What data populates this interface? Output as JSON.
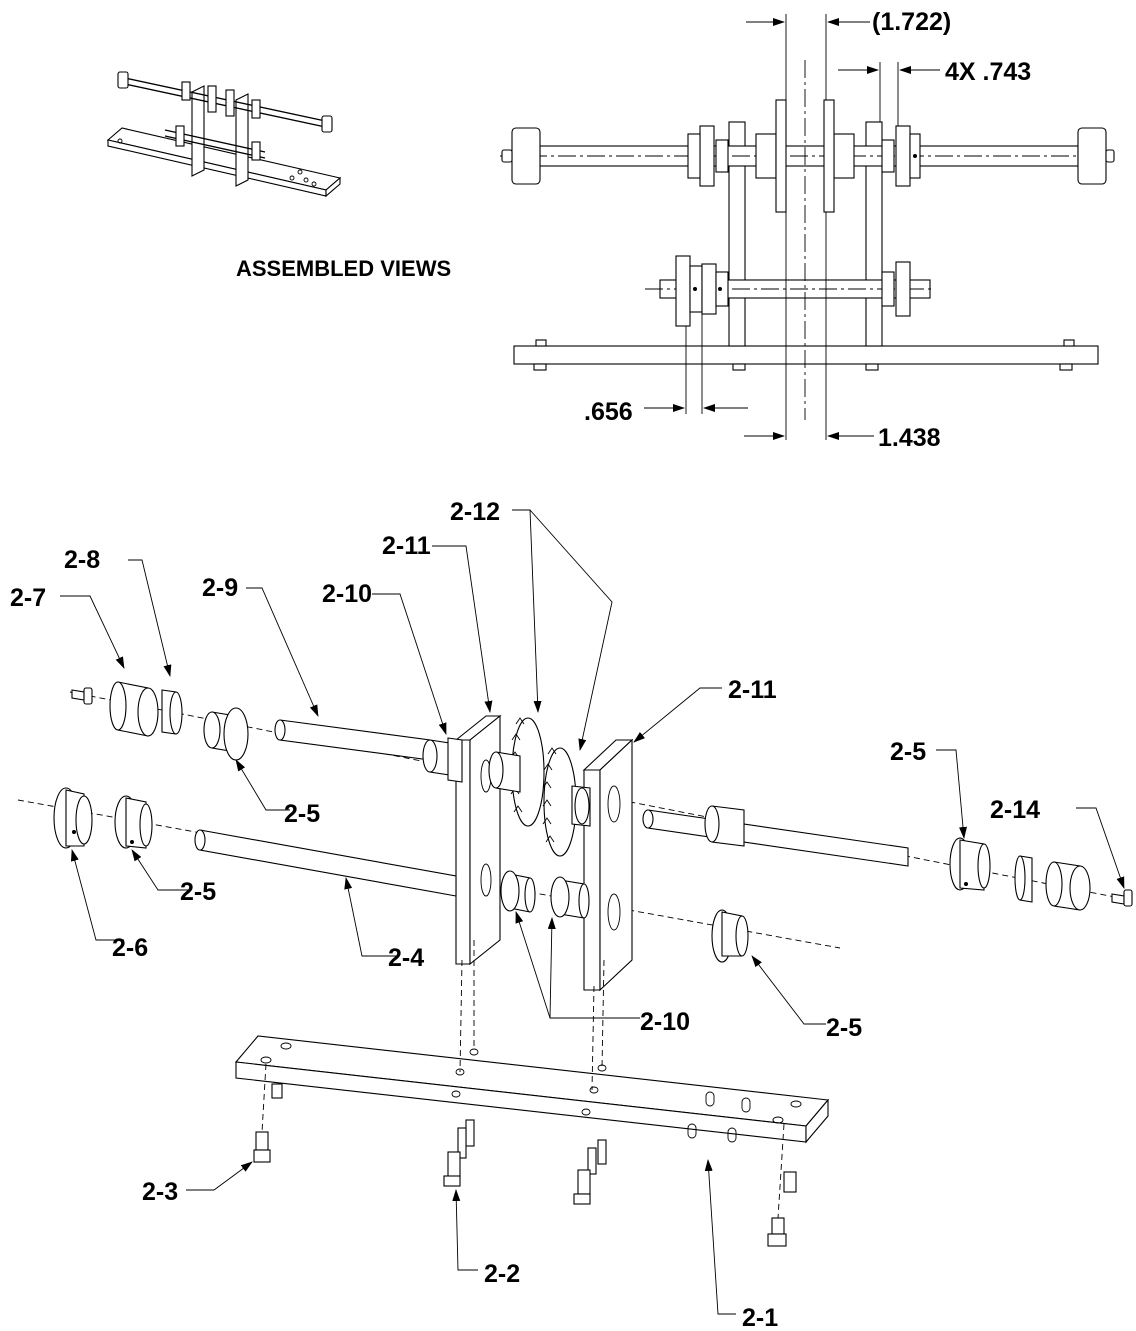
{
  "title": "ASSEMBLED VIEWS",
  "dimensions": {
    "d1722": "(1.722)",
    "d743": "4X .743",
    "d656": ".656",
    "d1438": "1.438"
  },
  "callouts": {
    "c2_1": "2-1",
    "c2_2": "2-2",
    "c2_3": "2-3",
    "c2_4": "2-4",
    "c2_5a": "2-5",
    "c2_5b": "2-5",
    "c2_5c": "2-5",
    "c2_5d": "2-5",
    "c2_6": "2-6",
    "c2_7": "2-7",
    "c2_8": "2-8",
    "c2_9": "2-9",
    "c2_10a": "2-10",
    "c2_10b": "2-10",
    "c2_11a": "2-11",
    "c2_11b": "2-11",
    "c2_12": "2-12",
    "c2_14": "2-14"
  }
}
